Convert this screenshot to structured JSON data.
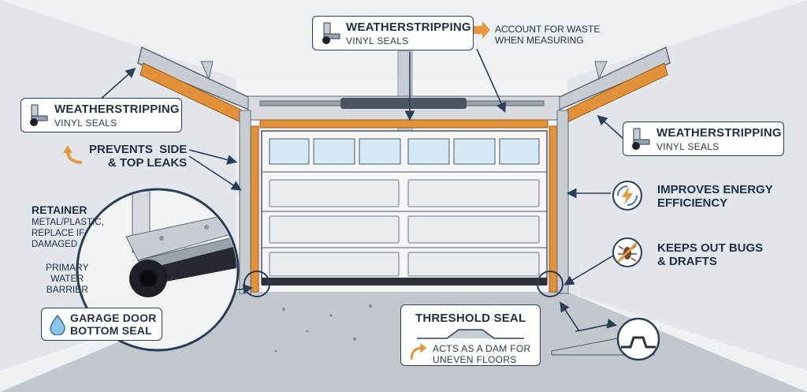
{
  "callouts": {
    "top_center": {
      "title": "WEATHERSTRIPPING",
      "subtitle": "VINYL SEALS",
      "note": "ACCOUNT FOR WASTE\nWHEN MEASURING"
    },
    "left": {
      "title": "WEATHERSTRIPPING",
      "subtitle": "VINYL SEALS"
    },
    "right": {
      "title": "WEATHERSTRIPPING",
      "subtitle": "VINYL SEALS"
    },
    "side_top_leaks": "PREVENTS  SIDE\n& TOP LEAKS",
    "energy": "IMPROVES ENERGY\nEFFICIENCY",
    "bugs": "KEEPS OUT BUGS\n& DRAFTS",
    "retainer": {
      "title": "RETAINER",
      "body": "METAL/PLASTIC,\nREPLACE IF\nDAMAGED"
    },
    "primary_barrier": "PRIMARY\nWATER\nBARRIER",
    "bottom_seal": "GARAGE DOOR\nBOTTOM SEAL",
    "threshold": {
      "title": "THRESHOLD SEAL",
      "body": "ACTS AS A DAM FOR\nUNEVEN FLOORS"
    }
  },
  "colors": {
    "seal_orange": "#e0913a",
    "outline": "#2c3e55",
    "arrow_orange": "#e8953e",
    "wall": "#e6eaee",
    "floor": "#b9bec4"
  },
  "icons": [
    "weatherstrip-profile-icon",
    "lightning-energy-icon",
    "no-bugs-icon",
    "water-drop-icon",
    "curved-arrow-icon"
  ]
}
